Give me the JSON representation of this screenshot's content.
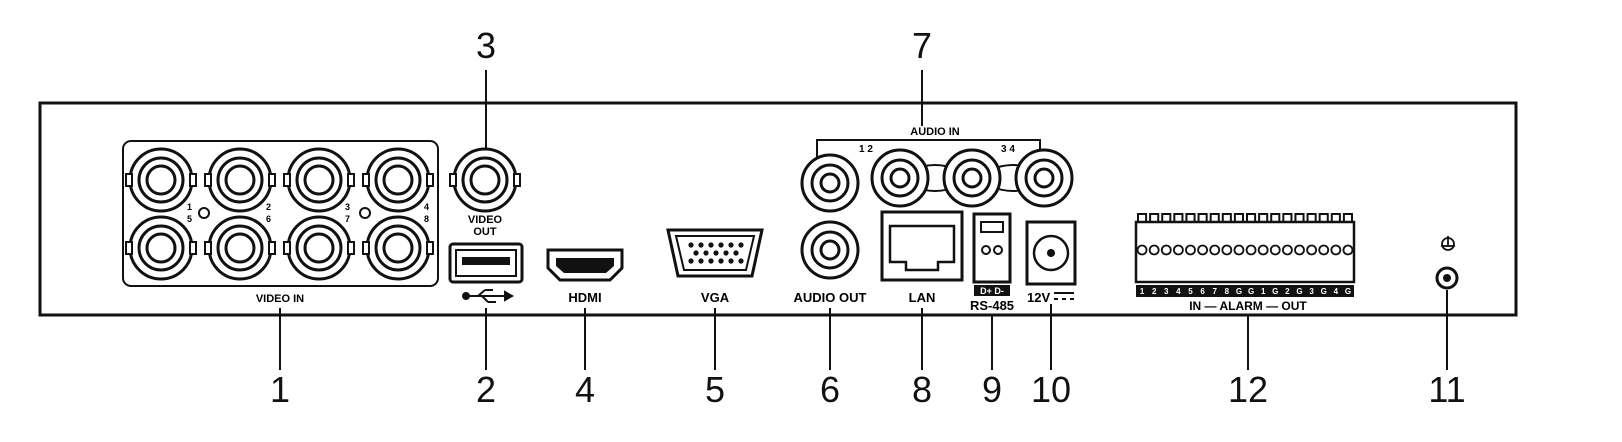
{
  "callouts": [
    "1",
    "2",
    "3",
    "4",
    "5",
    "6",
    "7",
    "8",
    "9",
    "10",
    "11",
    "12"
  ],
  "panel": {
    "video_in_label": "VIDEO IN",
    "video_out_label_line1": "VIDEO",
    "video_out_label_line2": "OUT",
    "audio_in_label": "AUDIO IN",
    "audio_out_label": "AUDIO OUT",
    "hdmi_label": "HDMI",
    "vga_label": "VGA",
    "lan_label": "LAN",
    "rs485_label": "RS-485",
    "rs485_pins": "D+ D-",
    "power_label": "12V",
    "alarm_label": "IN — ALARM — OUT",
    "video_channel_labels": [
      [
        "1",
        "5"
      ],
      [
        "2",
        "6"
      ],
      [
        "3",
        "7"
      ],
      [
        "4",
        "8"
      ]
    ],
    "audio_in_pairs": [
      "1 2",
      "3 4"
    ],
    "alarm_in_numbers": [
      "1",
      "2",
      "3",
      "4",
      "5",
      "6",
      "7",
      "8",
      "G",
      "G"
    ],
    "alarm_out_numbers": [
      "1",
      "G",
      "2",
      "G",
      "3",
      "G",
      "4",
      "G"
    ]
  },
  "colors": {
    "line": "#111111",
    "background": "#ffffff"
  },
  "icons": [
    "usb-icon",
    "ground-icon",
    "dc-power-icon"
  ]
}
